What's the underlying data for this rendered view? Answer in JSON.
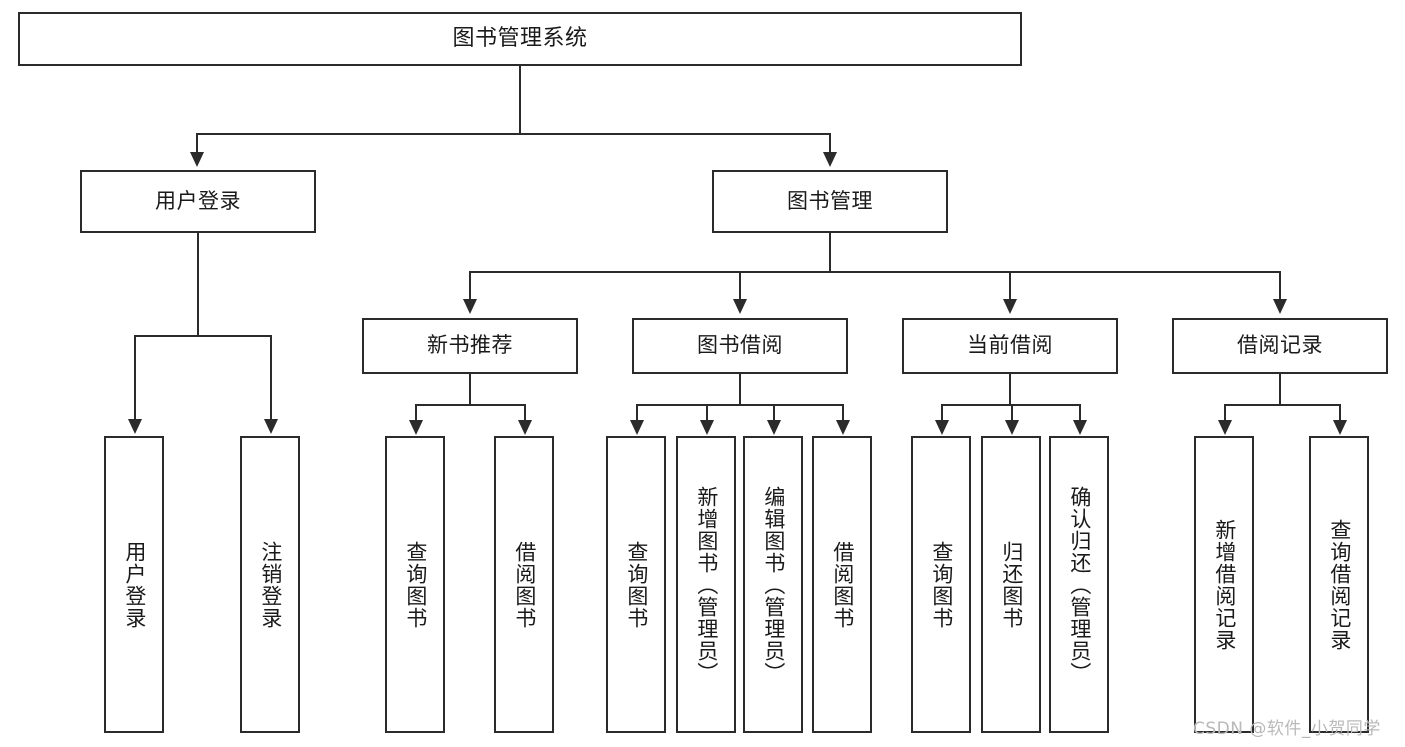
{
  "diagram": {
    "type": "tree-hierarchy",
    "title": "图书管理系统",
    "root": {
      "label": "图书管理系统",
      "id": "root"
    },
    "level2": [
      {
        "id": "user-login",
        "label": "用户登录"
      },
      {
        "id": "book-management",
        "label": "图书管理"
      }
    ],
    "level3": [
      {
        "id": "new-book-recommend",
        "label": "新书推荐"
      },
      {
        "id": "book-borrow",
        "label": "图书借阅"
      },
      {
        "id": "current-borrow",
        "label": "当前借阅"
      },
      {
        "id": "borrow-record",
        "label": "借阅记录"
      }
    ],
    "leaves": {
      "user_login": [
        {
          "id": "leaf-user-login",
          "label": "用户登录"
        },
        {
          "id": "leaf-logout-login",
          "label": "注销登录"
        }
      ],
      "new_book_recommend": [
        {
          "id": "leaf-query-book-1",
          "label": "查询图书"
        },
        {
          "id": "leaf-borrow-book-1",
          "label": "借阅图书"
        }
      ],
      "book_borrow": [
        {
          "id": "leaf-query-book-2",
          "label": "查询图书"
        },
        {
          "id": "leaf-add-book",
          "label": "新增图书（管理员）"
        },
        {
          "id": "leaf-edit-book",
          "label": "编辑图书（管理员）"
        },
        {
          "id": "leaf-borrow-book-2",
          "label": "借阅图书"
        }
      ],
      "current_borrow": [
        {
          "id": "leaf-query-book-3",
          "label": "查询图书"
        },
        {
          "id": "leaf-return-book",
          "label": "归还图书"
        },
        {
          "id": "leaf-confirm-return",
          "label": "确认归还（管理员）"
        }
      ],
      "borrow_record": [
        {
          "id": "leaf-add-record",
          "label": "新增借阅记录"
        },
        {
          "id": "leaf-query-record",
          "label": "查询借阅记录"
        }
      ]
    }
  },
  "watermark": {
    "text": "CSDN @软件_小贺同学"
  },
  "colors": {
    "stroke": "#2b2b2b",
    "background": "#ffffff",
    "text": "#1a1a1a",
    "watermark": "#b9b9b9"
  }
}
